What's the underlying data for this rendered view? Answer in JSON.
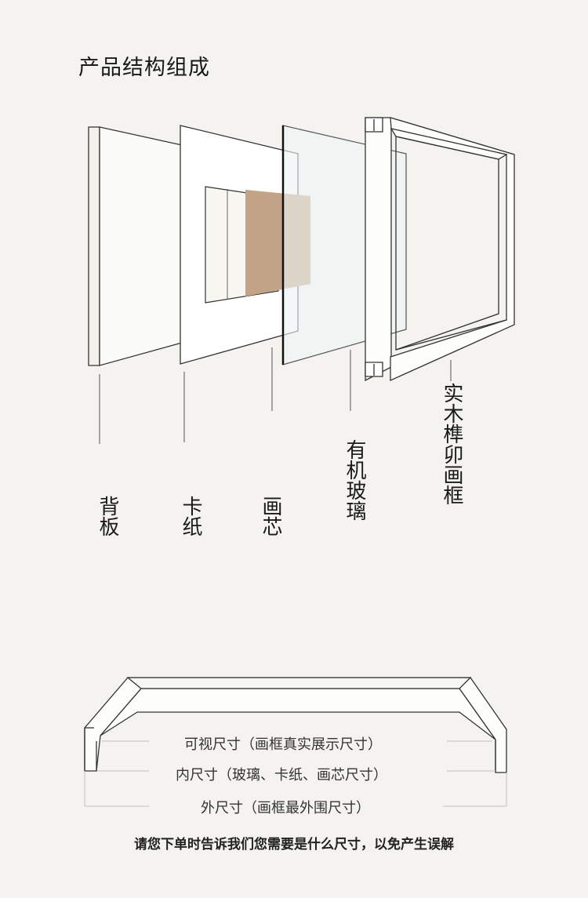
{
  "title": "产品结构组成",
  "layers": [
    {
      "label": "背板"
    },
    {
      "label": "卡纸"
    },
    {
      "label": "画芯"
    },
    {
      "label": "有机玻璃"
    },
    {
      "label": "实木榫卯画框"
    }
  ],
  "dimensions": {
    "visible": "可视尺寸（画框真实展示尺寸）",
    "inner": "内尺寸（玻璃、卡纸、画芯尺寸）",
    "outer": "外尺寸（画框最外围尺寸）"
  },
  "note": "请您下单时告诉我们您需要是什么尺寸，以免产生误解",
  "colors": {
    "background": "#f4f3f0",
    "painting": "#c2a385",
    "glass": "#eef3f4",
    "line": "#222222"
  }
}
